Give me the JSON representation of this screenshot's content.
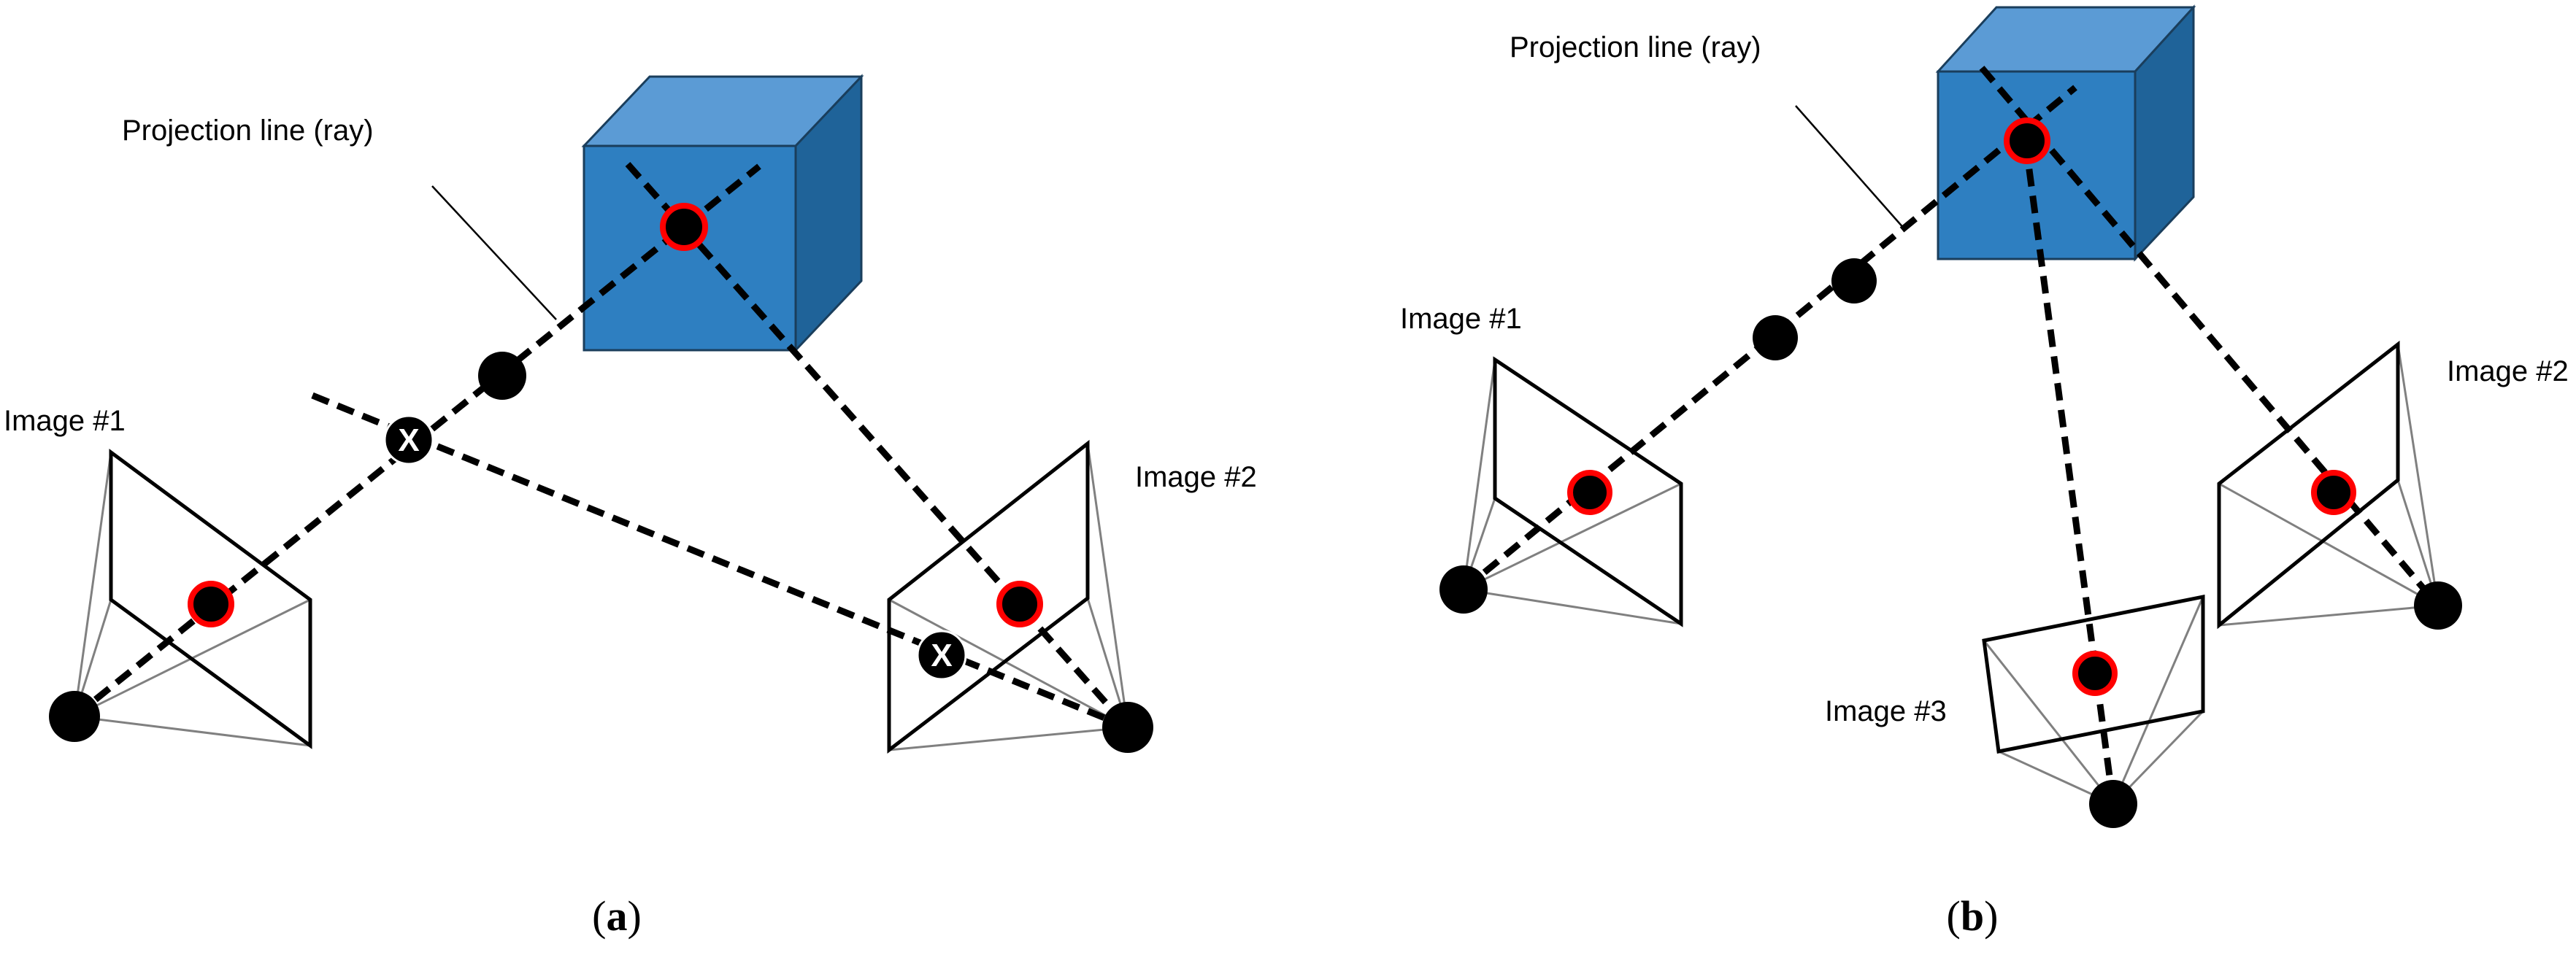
{
  "panel_a": {
    "ray_label": "Projection line (ray)",
    "image1_label": "Image #1",
    "image2_label": "Image #2",
    "cross_mark_1": "X",
    "cross_mark_2": "X",
    "caption_open": "(",
    "caption_letter": "a",
    "caption_close": ")"
  },
  "panel_b": {
    "ray_label": "Projection line (ray)",
    "image1_label": "Image #1",
    "image2_label": "Image #2",
    "image3_label": "Image #3",
    "caption_open": "(",
    "caption_letter": "b",
    "caption_close": ")"
  },
  "colors": {
    "cube_front": "#2e7fc1",
    "cube_top": "#5b9bd5",
    "cube_side": "#1f6399",
    "point_outline": "#ff0000",
    "point_fill": "#000000",
    "frustum_line": "#808080"
  }
}
